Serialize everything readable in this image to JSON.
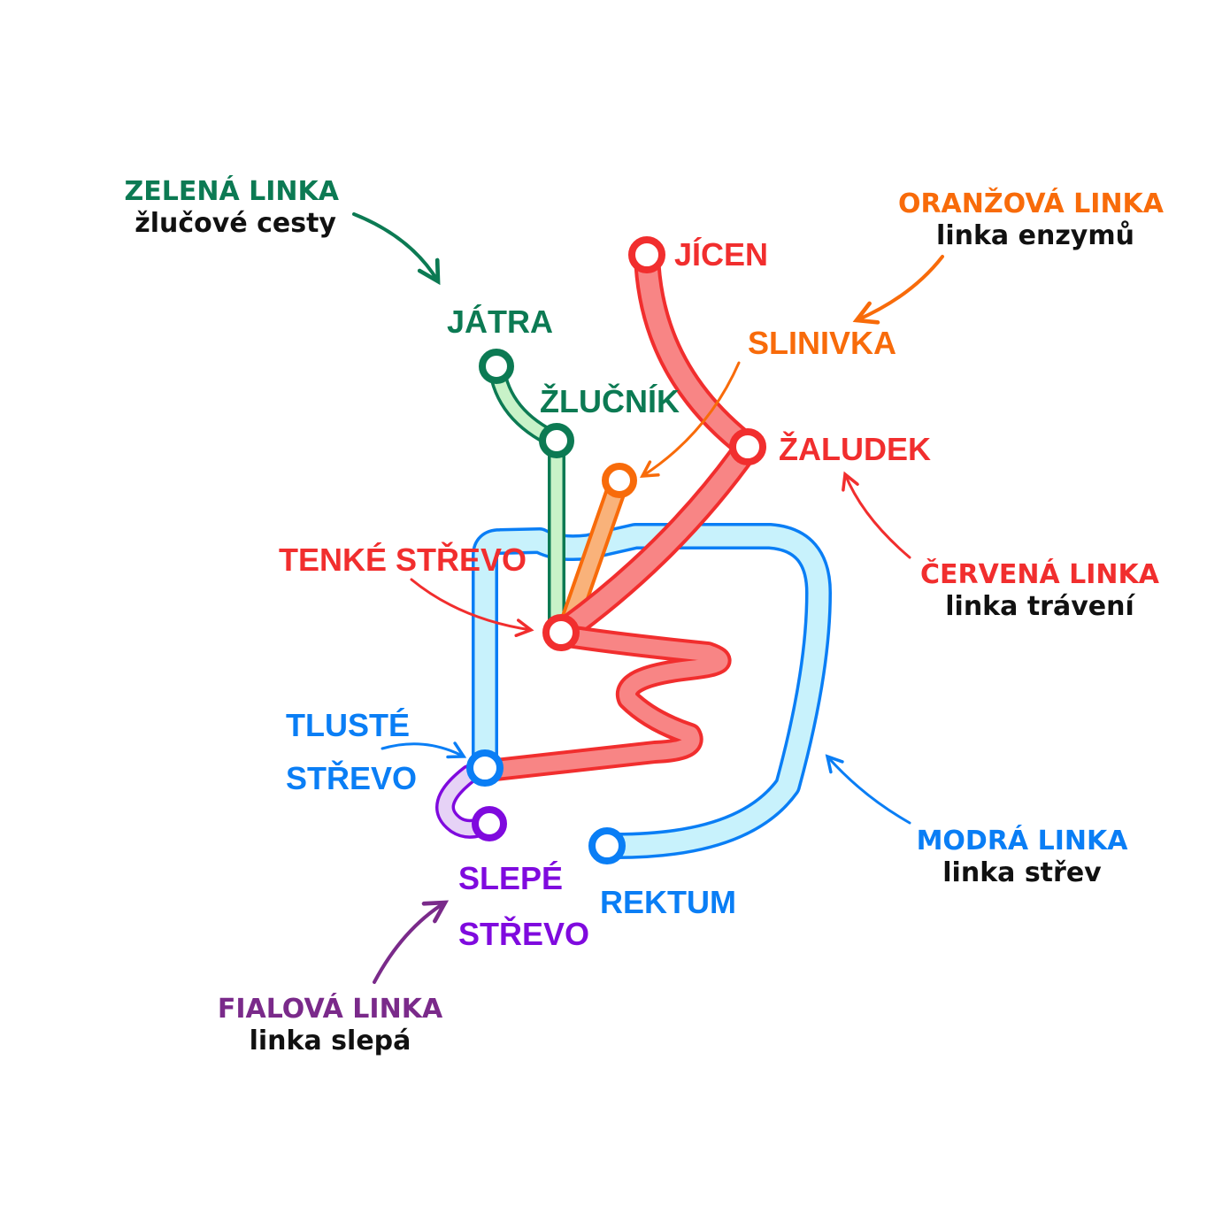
{
  "colors": {
    "green": "#0c7a53",
    "green_fill": "#c8f2c8",
    "orange": "#f86b0a",
    "orange_fill": "#f9b27a",
    "red": "#f12e2e",
    "red_fill": "#f88585",
    "blue": "#0a7ef5",
    "blue_fill": "#c8f2fc",
    "purple": "#7f0ade",
    "purple_fill": "#e6d2f6",
    "legend_purple": "#7a2a8a",
    "legend_red": "#f12e2e",
    "text_black": "#111111"
  },
  "legend": {
    "green": {
      "title": "ZELENÁ LINKA",
      "subtitle": "žlučové cesty"
    },
    "orange": {
      "title": "ORANŽOVÁ LINKA",
      "subtitle": "linka enzymů"
    },
    "red": {
      "title": "ČERVENÁ LINKA",
      "subtitle": "linka trávení"
    },
    "blue": {
      "title": "MODRÁ LINKA",
      "subtitle": "linka střev"
    },
    "purple": {
      "title": "FIALOVÁ LINKA",
      "subtitle": "linka slepá"
    }
  },
  "stations": {
    "jatra": "JÁTRA",
    "zlucnik": "ŽLUČNÍK",
    "jicen": "JÍCEN",
    "slinivka": "SLINIVKA",
    "zaludek": "ŽALUDEK",
    "tenke_strevo": "TENKÉ STŘEVO",
    "tluste_strevo_1": "TLUSTÉ",
    "tluste_strevo_2": "STŘEVO",
    "slepe_strevo_1": "SLEPÉ",
    "slepe_strevo_2": "STŘEVO",
    "rektum": "REKTUM"
  }
}
